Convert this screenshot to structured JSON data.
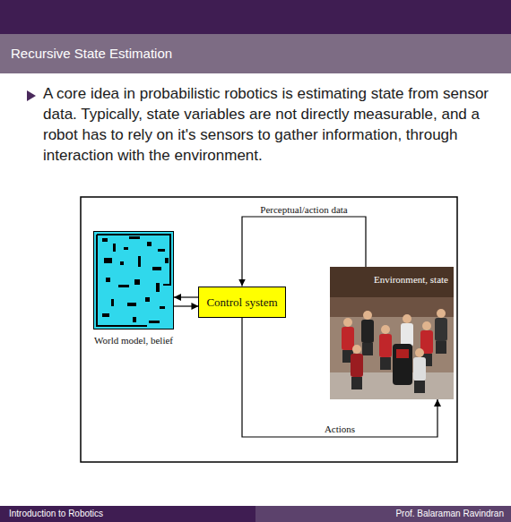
{
  "diagram": {
    "title": "Recursive State Estimation",
    "nodes": [
      {
        "text": [
          "World model, belief"
        ]
      },
      {
        "text": [
          "Control system"
        ]
      },
      {
        "text": [
          "Environment, state"
        ]
      }
    ],
    "edges": [
      {
        "from": 2,
        "to": 1,
        "arrow": "to",
        "label": "Perceptual/action data"
      },
      {
        "from": 1,
        "to": 2,
        "arrow": "to",
        "label": "Actions"
      },
      {
        "from": 1,
        "to": 0,
        "arrow": "to"
      },
      {
        "from": 0,
        "to": 1,
        "arrow": "to"
      }
    ],
    "labels": [
      "A core idea in probabilistic robotics is estimating state from sensor data. Typically, state variables are not directly measurable, and a robot has to rely on it's sensors to gather information, through interaction with the environment.",
      "Introduction to Robotics",
      "Prof. Balaraman Ravindran"
    ]
  }
}
